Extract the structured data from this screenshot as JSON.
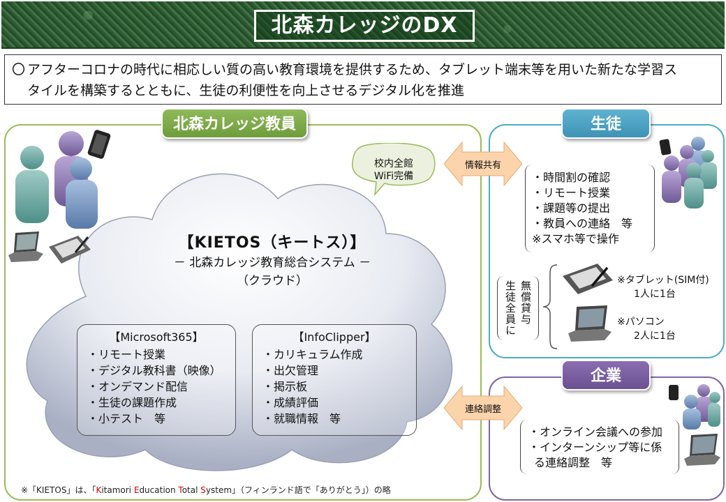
{
  "title": "北森カレッジのDX",
  "summary": {
    "mark": "〇",
    "line1": "アフターコロナの時代に相応しい質の高い教育環境を提供するため、タブレット端末等を用いた新たな学習ス",
    "line2": "タイルを構築するとともに、生徒の利便性を向上させるデジタル化を推進"
  },
  "faculty": {
    "label": "北森カレッジ教員",
    "bubble": [
      "校内全館",
      "WiFi完備"
    ]
  },
  "system": {
    "heading": "【KIETOS（キートス）】",
    "subtitle": "－ 北森カレッジ教育総合システム －",
    "cloud_note": "（クラウド）",
    "microsoft": {
      "header": "【Microsoft365】",
      "items": [
        "・リモート授業",
        "・デジタル教科書（映像）",
        "・オンデマンド配信",
        "・生徒の課題作成",
        "・小テスト　等"
      ]
    },
    "infoclipper": {
      "header": "【InfoClipper】",
      "items": [
        "・カリキュラム作成",
        "・出欠管理",
        "・掲示板",
        "・成績評価",
        "・就職情報　等"
      ]
    }
  },
  "footnote": {
    "prefix": "※「KIETOS」は、「",
    "k": "K",
    "k_rest": "itamori ",
    "e": "E",
    "e_rest": "ducation ",
    "t": "T",
    "t_rest": "otal ",
    "s": "S",
    "s_rest": "ystem",
    "suffix": "」（フィンランド語で「ありがとう」）の略"
  },
  "arrows": {
    "share": "情報共有",
    "coord": "連絡調整"
  },
  "students": {
    "label": "生徒",
    "items": [
      "・時間割の確認",
      "・リモート授業",
      "・課題等の提出",
      "・教員への連絡　等",
      "※スマホ等で操作"
    ],
    "loan_left": "生徒全員に",
    "loan_right": "無償貸与",
    "tablet_line1": "※タブレット(SIM付)",
    "tablet_line2": "1人に1台",
    "pc_line1": "※パソコン",
    "pc_line2": "2人に1台"
  },
  "company": {
    "label": "企業",
    "items": [
      "・オンライン会議への参加",
      "・インターンシップ等に係",
      "る連絡調整　等"
    ]
  },
  "colors": {
    "faculty": "#9bbb59",
    "student": "#4aacc6",
    "company": "#8064a2",
    "arrow": "#f7c99b",
    "banner": "#2f5d35"
  }
}
